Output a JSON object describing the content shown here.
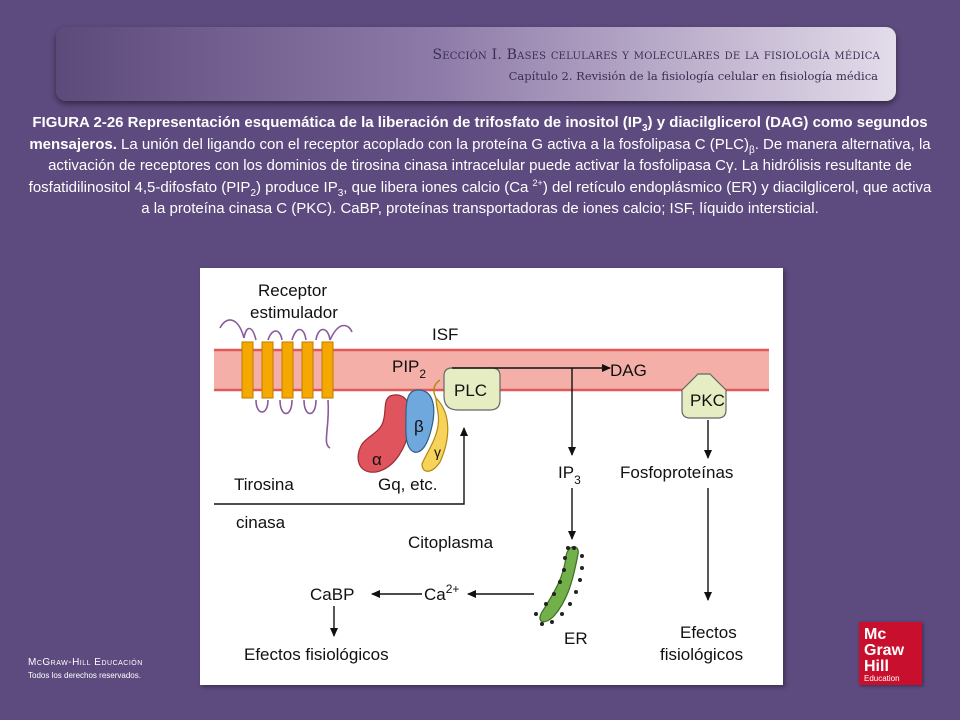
{
  "header": {
    "section": "Sección I.  Bases celulares y moleculares de la fisiología médica",
    "chapter": "Capítulo 2.  Revisión de la fisiología celular en fisiología médica"
  },
  "caption": {
    "title": "FIGURA 2-26 Representación esquemática de la liberación de trifosfato de inositol (IP3) y diacilglicerol (DAG) como segundos mensajeros.",
    "body": "La unión del ligando con el receptor acoplado con la proteína G activa a la fosfolipasa C (PLC)β. De manera alternativa, la activación de receptores con los dominios de tirosina cinasa intracelular puede activar la fosfolipasa Cγ. La hidrólisis resultante de fosfatidilinositol 4,5-difosfato (PIP2) produce IP3, que libera iones calcio (Ca 2+) del retículo endoplásmico (ER) y diacilglicerol, que activa a la proteína cinasa C (PKC). CaBP, proteínas transportadoras de iones calcio; ISF, líquido intersticial.",
    "parts": {
      "t1": "FIGURA 2-26 Representación esquemática de la liberación de trifosfato de inositol (IP",
      "t1_sub": "3",
      "t2": ") y diacilglicerol (DAG) como segundos mensajeros.",
      "b1": " La unión del ligando con el receptor acoplado con la proteína G activa a la fosfolipasa C (PLC)",
      "b1_sub": "β",
      "b2": ". De manera alternativa, la activación de receptores con los dominios de tirosina cinasa intracelular puede activar la fosfolipasa Cγ. La hidrólisis resultante de fosfatidilinositol 4,5-difosfato (PIP",
      "b2_sub": "2",
      "b3": ") produce IP",
      "b3_sub": "3",
      "b4": ", que libera iones calcio (Ca ",
      "b4_sup": "2+",
      "b5": ") del retículo endoplásmico (ER) y diacilglicerol, que activa a la proteína cinasa C (PKC). CaBP, proteínas transportadoras de iones calcio; ISF, líquido intersticial."
    }
  },
  "figure": {
    "receptor_line1": "Receptor",
    "receptor_line2": "estimulador",
    "isf": "ISF",
    "pip": "PIP",
    "pip_sub": "2",
    "dag": "DAG",
    "plc": "PLC",
    "pkc": "PKC",
    "alpha": "α",
    "beta": "β",
    "gamma": "γ",
    "gq": "Gq, etc.",
    "tirosina": "Tirosina",
    "cinasa": "cinasa",
    "ip": "IP",
    "ip_sub": "3",
    "fosfoproteinas": "Fosfoproteínas",
    "citoplasma": "Citoplasma",
    "cabp": "CaBP",
    "ca": "Ca",
    "ca_sup": "2+",
    "er": "ER",
    "efectos_left": "Efectos fisiológicos",
    "efectos_right_line1": "Efectos",
    "efectos_right_line2": "fisiológicos"
  },
  "colors": {
    "membrane": "#f4b0a8",
    "membrane_edge": "#e05a5a",
    "receptor": "#f5a800",
    "receptor_loop": "#8a5a9e",
    "plc": "#e6edc3",
    "pkc": "#e6edc3",
    "alpha_subunit": "#e0545e",
    "beta_subunit": "#6fa8dc",
    "gamma_subunit": "#f7d35c",
    "er": "#74b04a",
    "background": "#5d4a7e"
  },
  "footer": {
    "publisher": "McGraw-Hill Educación",
    "rights": "Todos los derechos reservados.",
    "logo_line1": "Mc",
    "logo_line2": "Graw",
    "logo_line3": "Hill",
    "logo_line4": "Education"
  }
}
